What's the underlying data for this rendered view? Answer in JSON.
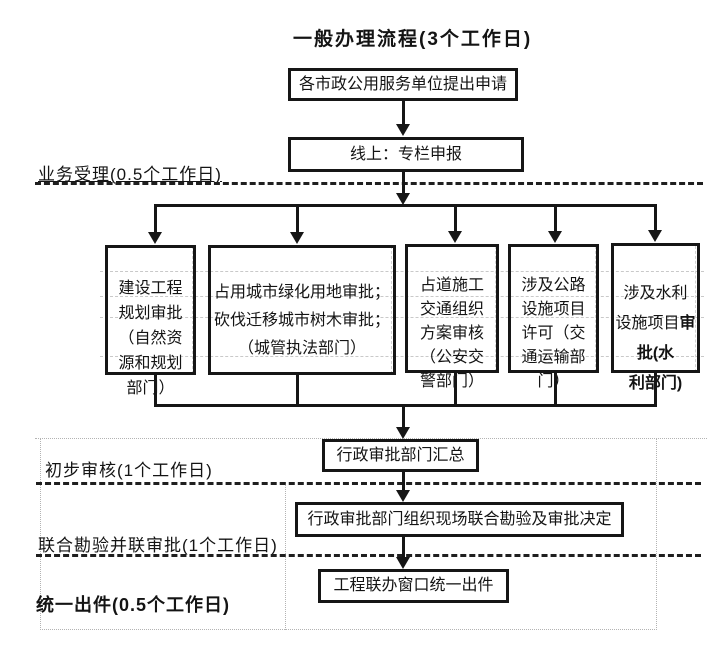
{
  "title": "一般办理流程(3个工作日)",
  "flow": {
    "apply_box": "各市政公用服务单位提出申请",
    "online_box": "线上：专栏申报",
    "summary_box": "行政审批部门汇总",
    "inspection_box": "行政审批部门组织现场联合勘验及审批决定",
    "output_box": "工程联办窗口统一出件"
  },
  "stage_labels": {
    "acceptance": "业务受理(0.5个工作日)",
    "preliminary": "初步审核(1个工作日)",
    "joint_review": "联合勘验并联审批(1个工作日)",
    "unified_output": "统一出件(0.5个工作日)"
  },
  "parallel_boxes": [
    {
      "text": "建设工程\n规划审批\n（自然资\n源和规划\n部门）",
      "bold_text": ""
    },
    {
      "text": "占用城市绿化用地审批；\n砍伐迁移城市树木审批；\n（城管执法部门）",
      "bold_text": ""
    },
    {
      "text": "占道施工\n交通组织\n方案审核\n（公安交\n警部门）",
      "bold_text": ""
    },
    {
      "text": "涉及公路\n设施项目\n许可（交\n通运输部\n门）",
      "bold_text": ""
    },
    {
      "text": "涉及水利\n设施项目",
      "bold_text": "审批(水\n利部门)"
    }
  ],
  "colors": {
    "line": "#161616",
    "dashed_separator": "#1f1f1f",
    "grid_artifact": "#b3b3b3",
    "background": "#ffffff",
    "text": "#141414"
  }
}
